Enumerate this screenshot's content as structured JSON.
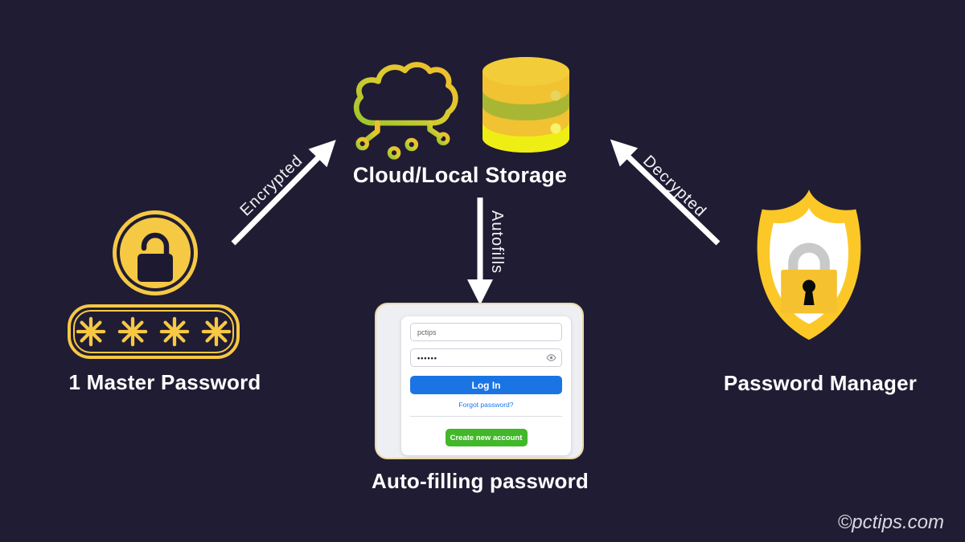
{
  "canvas": {
    "background_color": "#201c33",
    "watermark": "©pctips.com"
  },
  "colors": {
    "accent_yellow": "#f7c843",
    "shield_yellow": "#fbc827",
    "cloud_green": "#a9c52f",
    "cloud_gold": "#f4bc2c",
    "db_green_stripe": "#a9b634",
    "db_bright_yellow": "#eeee15",
    "login_blue": "#1b74e4",
    "link_blue": "#1877f2",
    "create_green": "#42b72a",
    "label_white": "#ffffff"
  },
  "icons": {
    "cloud": "cloud-circuit-icon",
    "database": "database-icon",
    "unlocked_padlock_badge": "unlocked-padlock-icon",
    "asterisks": "asterisk-icon",
    "shield_lock": "shield-lock-icon",
    "password_eye": "eye-icon"
  },
  "nodes": {
    "storage": {
      "label": "Cloud/Local Storage"
    },
    "master_password": {
      "label": "1 Master Password",
      "asterisk_count": 4
    },
    "password_manager": {
      "label": "Password Manager"
    },
    "autofill": {
      "label": "Auto-filling password"
    }
  },
  "arrows": [
    {
      "label": "Encrypted",
      "from": "master_password",
      "to": "storage",
      "direction": "up-right"
    },
    {
      "label": "Decrypted",
      "from": "password_manager",
      "to": "storage",
      "direction": "up-left"
    },
    {
      "label": "Autofills",
      "from": "storage",
      "to": "autofill",
      "direction": "down"
    }
  ],
  "login_form": {
    "username_value": "pctips",
    "password_value": "••••••",
    "login_button_label": "Log In",
    "forgot_password_link": "Forgot password?",
    "create_account_button": "Create new account"
  }
}
